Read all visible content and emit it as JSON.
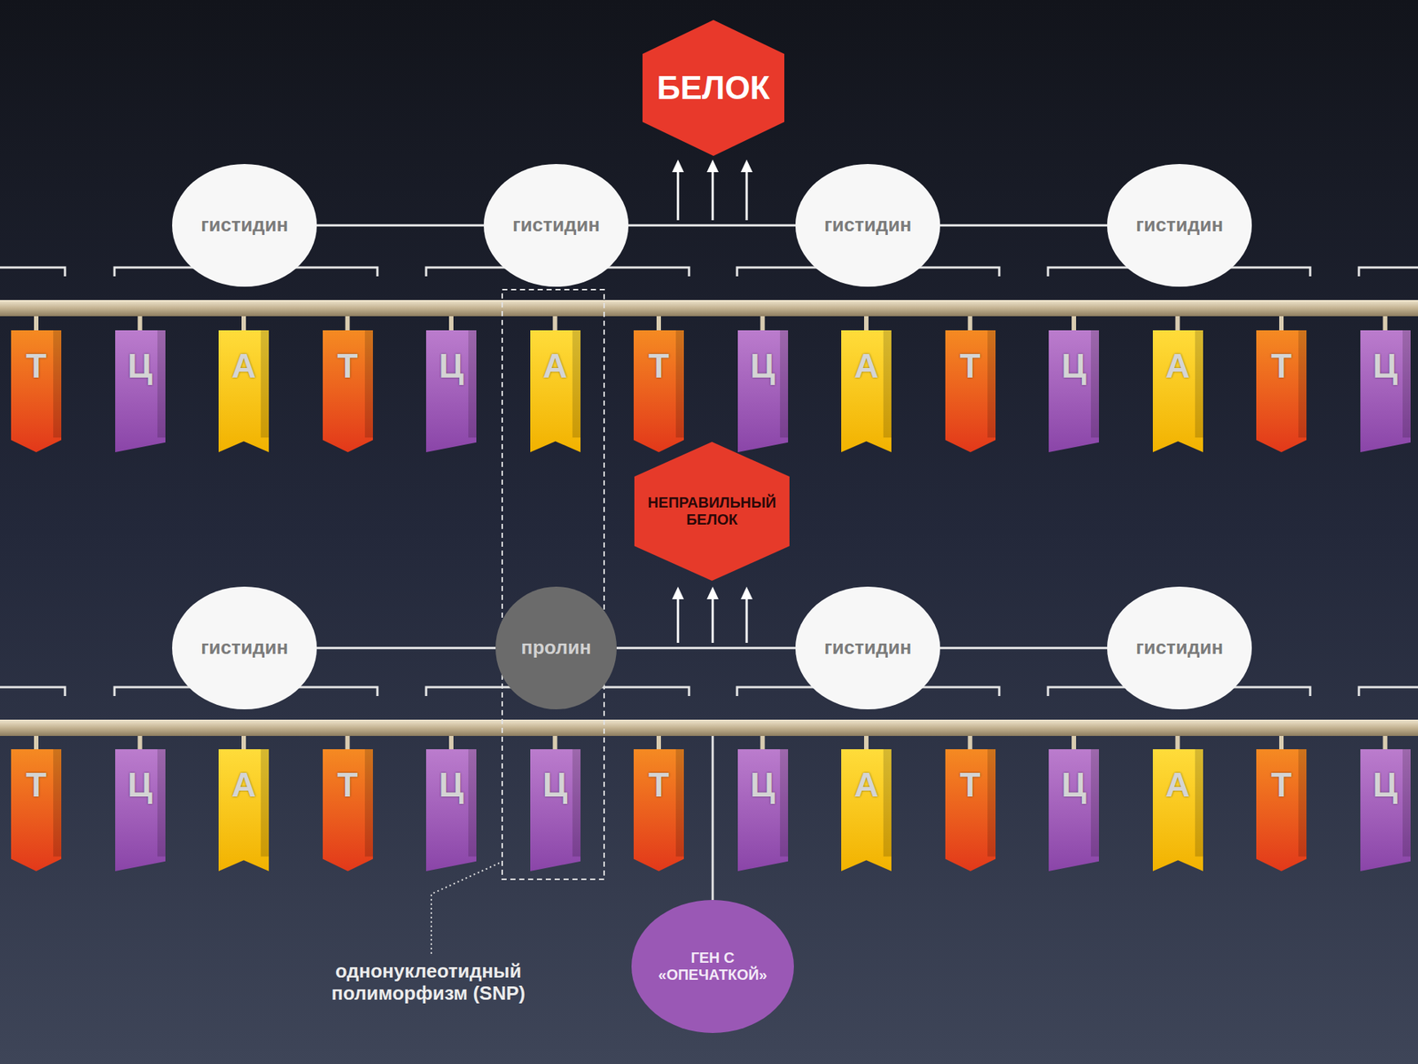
{
  "diagram": {
    "nodes": [
      {
        "text": [
          "БЕЛОК"
        ]
      },
      {
        "text": [
          "гистидин"
        ]
      },
      {
        "text": [
          "гистидин"
        ]
      },
      {
        "text": [
          "гистидин"
        ]
      },
      {
        "text": [
          "гистидин"
        ]
      },
      {
        "text": [
          "Т"
        ]
      },
      {
        "text": [
          "Ц"
        ]
      },
      {
        "text": [
          "А"
        ]
      },
      {
        "text": [
          "Т"
        ]
      },
      {
        "text": [
          "Ц"
        ]
      },
      {
        "text": [
          "А"
        ]
      },
      {
        "text": [
          "Т"
        ]
      },
      {
        "text": [
          "Ц"
        ]
      },
      {
        "text": [
          "А"
        ]
      },
      {
        "text": [
          "Т"
        ]
      },
      {
        "text": [
          "Ц"
        ]
      },
      {
        "text": [
          "А"
        ]
      },
      {
        "text": [
          "Т"
        ]
      },
      {
        "text": [
          "Ц"
        ]
      },
      {
        "text": [
          "НЕПРАВИЛЬНЫЙ БЕЛОК"
        ]
      },
      {
        "text": [
          "гистидин"
        ]
      },
      {
        "text": [
          "пролин"
        ]
      },
      {
        "text": [
          "гистидин"
        ]
      },
      {
        "text": [
          "гистидин"
        ]
      },
      {
        "text": [
          "Т"
        ]
      },
      {
        "text": [
          "Ц"
        ]
      },
      {
        "text": [
          "А"
        ]
      },
      {
        "text": [
          "Т"
        ]
      },
      {
        "text": [
          "Ц"
        ]
      },
      {
        "text": [
          "Ц"
        ]
      },
      {
        "text": [
          "Т"
        ]
      },
      {
        "text": [
          "Ц"
        ]
      },
      {
        "text": [
          "А"
        ]
      },
      {
        "text": [
          "Т"
        ]
      },
      {
        "text": [
          "Ц"
        ]
      },
      {
        "text": [
          "А"
        ]
      },
      {
        "text": [
          "Т"
        ]
      },
      {
        "text": [
          "Ц"
        ]
      },
      {
        "text": [
          "ГЕН С «ОПЕЧАТКОЙ»"
        ]
      }
    ],
    "edges": [
      {
        "from": 1,
        "to": 2,
        "arrow": "none"
      },
      {
        "from": 2,
        "to": 3,
        "arrow": "none"
      },
      {
        "from": 3,
        "to": 4,
        "arrow": "none"
      },
      {
        "from": 20,
        "to": 21,
        "arrow": "none"
      },
      {
        "from": 21,
        "to": 22,
        "arrow": "none"
      },
      {
        "from": 22,
        "to": 23,
        "arrow": "none"
      }
    ],
    "labels": [
      "однонуклеотидный полиморфизм (SNP)"
    ]
  }
}
